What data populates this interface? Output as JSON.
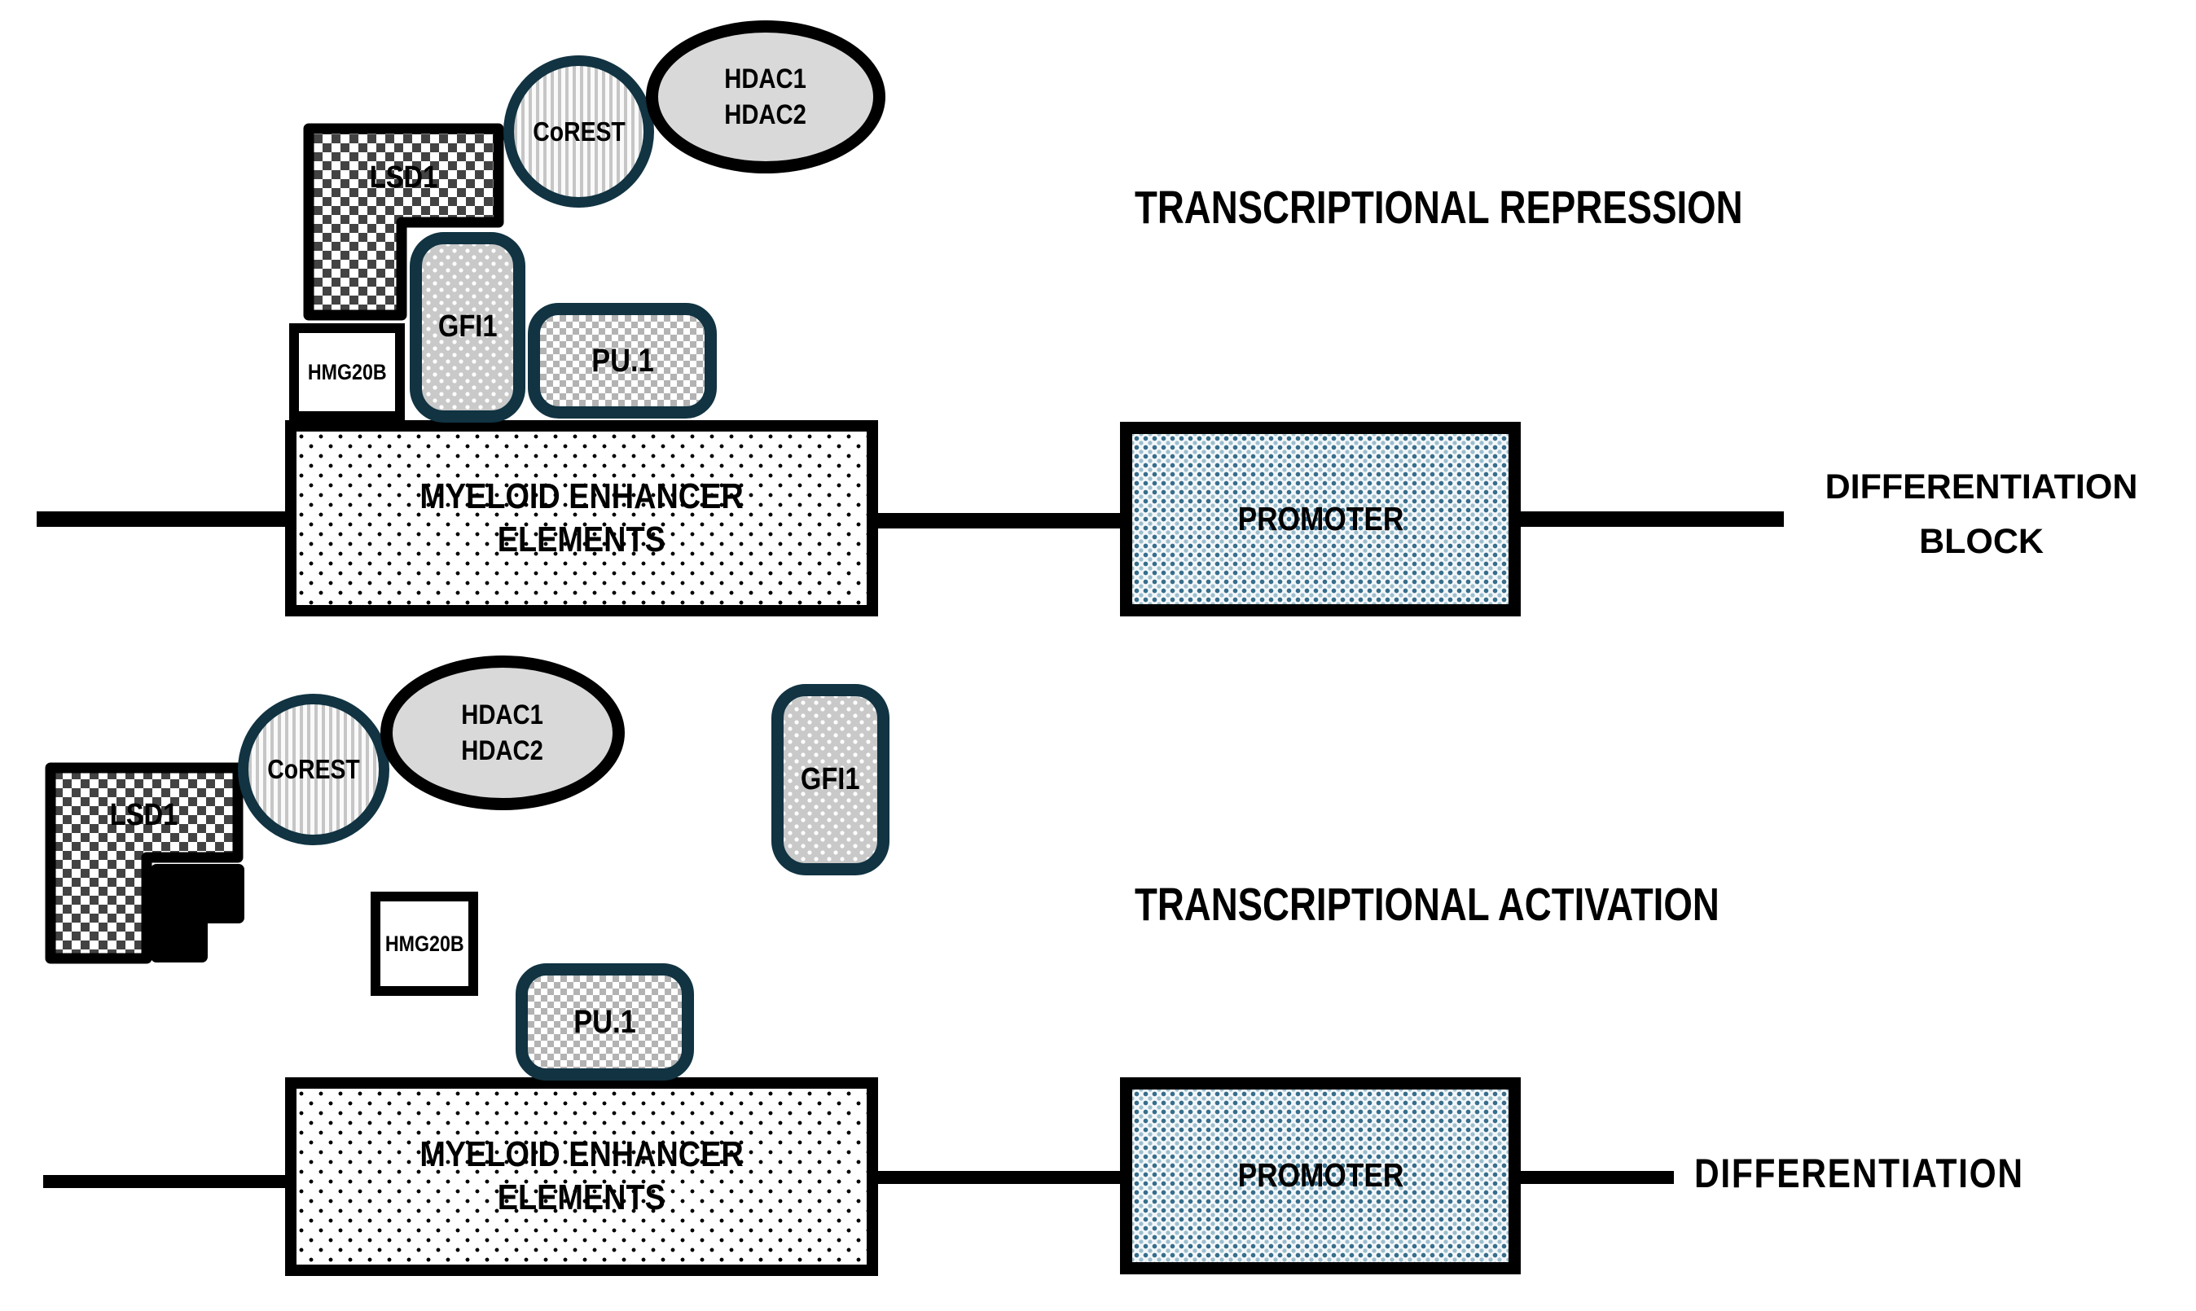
{
  "diagram": {
    "repression": {
      "header": "TRANSCRIPTIONAL REPRESSION",
      "lsd1": "LSD1",
      "corest": "CoREST",
      "hdac1": "HDAC1",
      "hdac2": "HDAC2",
      "gfi1": "GFI1",
      "pu1": "PU.1",
      "hmg20b": "HMG20B",
      "enhancer_line1": "MYELOID ENHANCER",
      "enhancer_line2": "ELEMENTS",
      "promoter": "PROMOTER",
      "outcome_line1": "DIFFERENTIATION",
      "outcome_line2": "BLOCK"
    },
    "activation": {
      "header": "TRANSCRIPTIONAL ACTIVATION",
      "lsd1": "LSD1",
      "corest": "CoREST",
      "hdac1": "HDAC1",
      "hdac2": "HDAC2",
      "gfi1": "GFI1",
      "pu1": "PU.1",
      "hmg20b": "HMG20B",
      "enhancer_line1": "MYELOID ENHANCER",
      "enhancer_line2": "ELEMENTS",
      "promoter": "PROMOTER",
      "outcome": "DIFFERENTIATION"
    },
    "colors": {
      "teal_border": "#113342",
      "promoter_teal": "#386e8c",
      "protein_gray": "#d9d9d9",
      "black": "#000000"
    }
  }
}
